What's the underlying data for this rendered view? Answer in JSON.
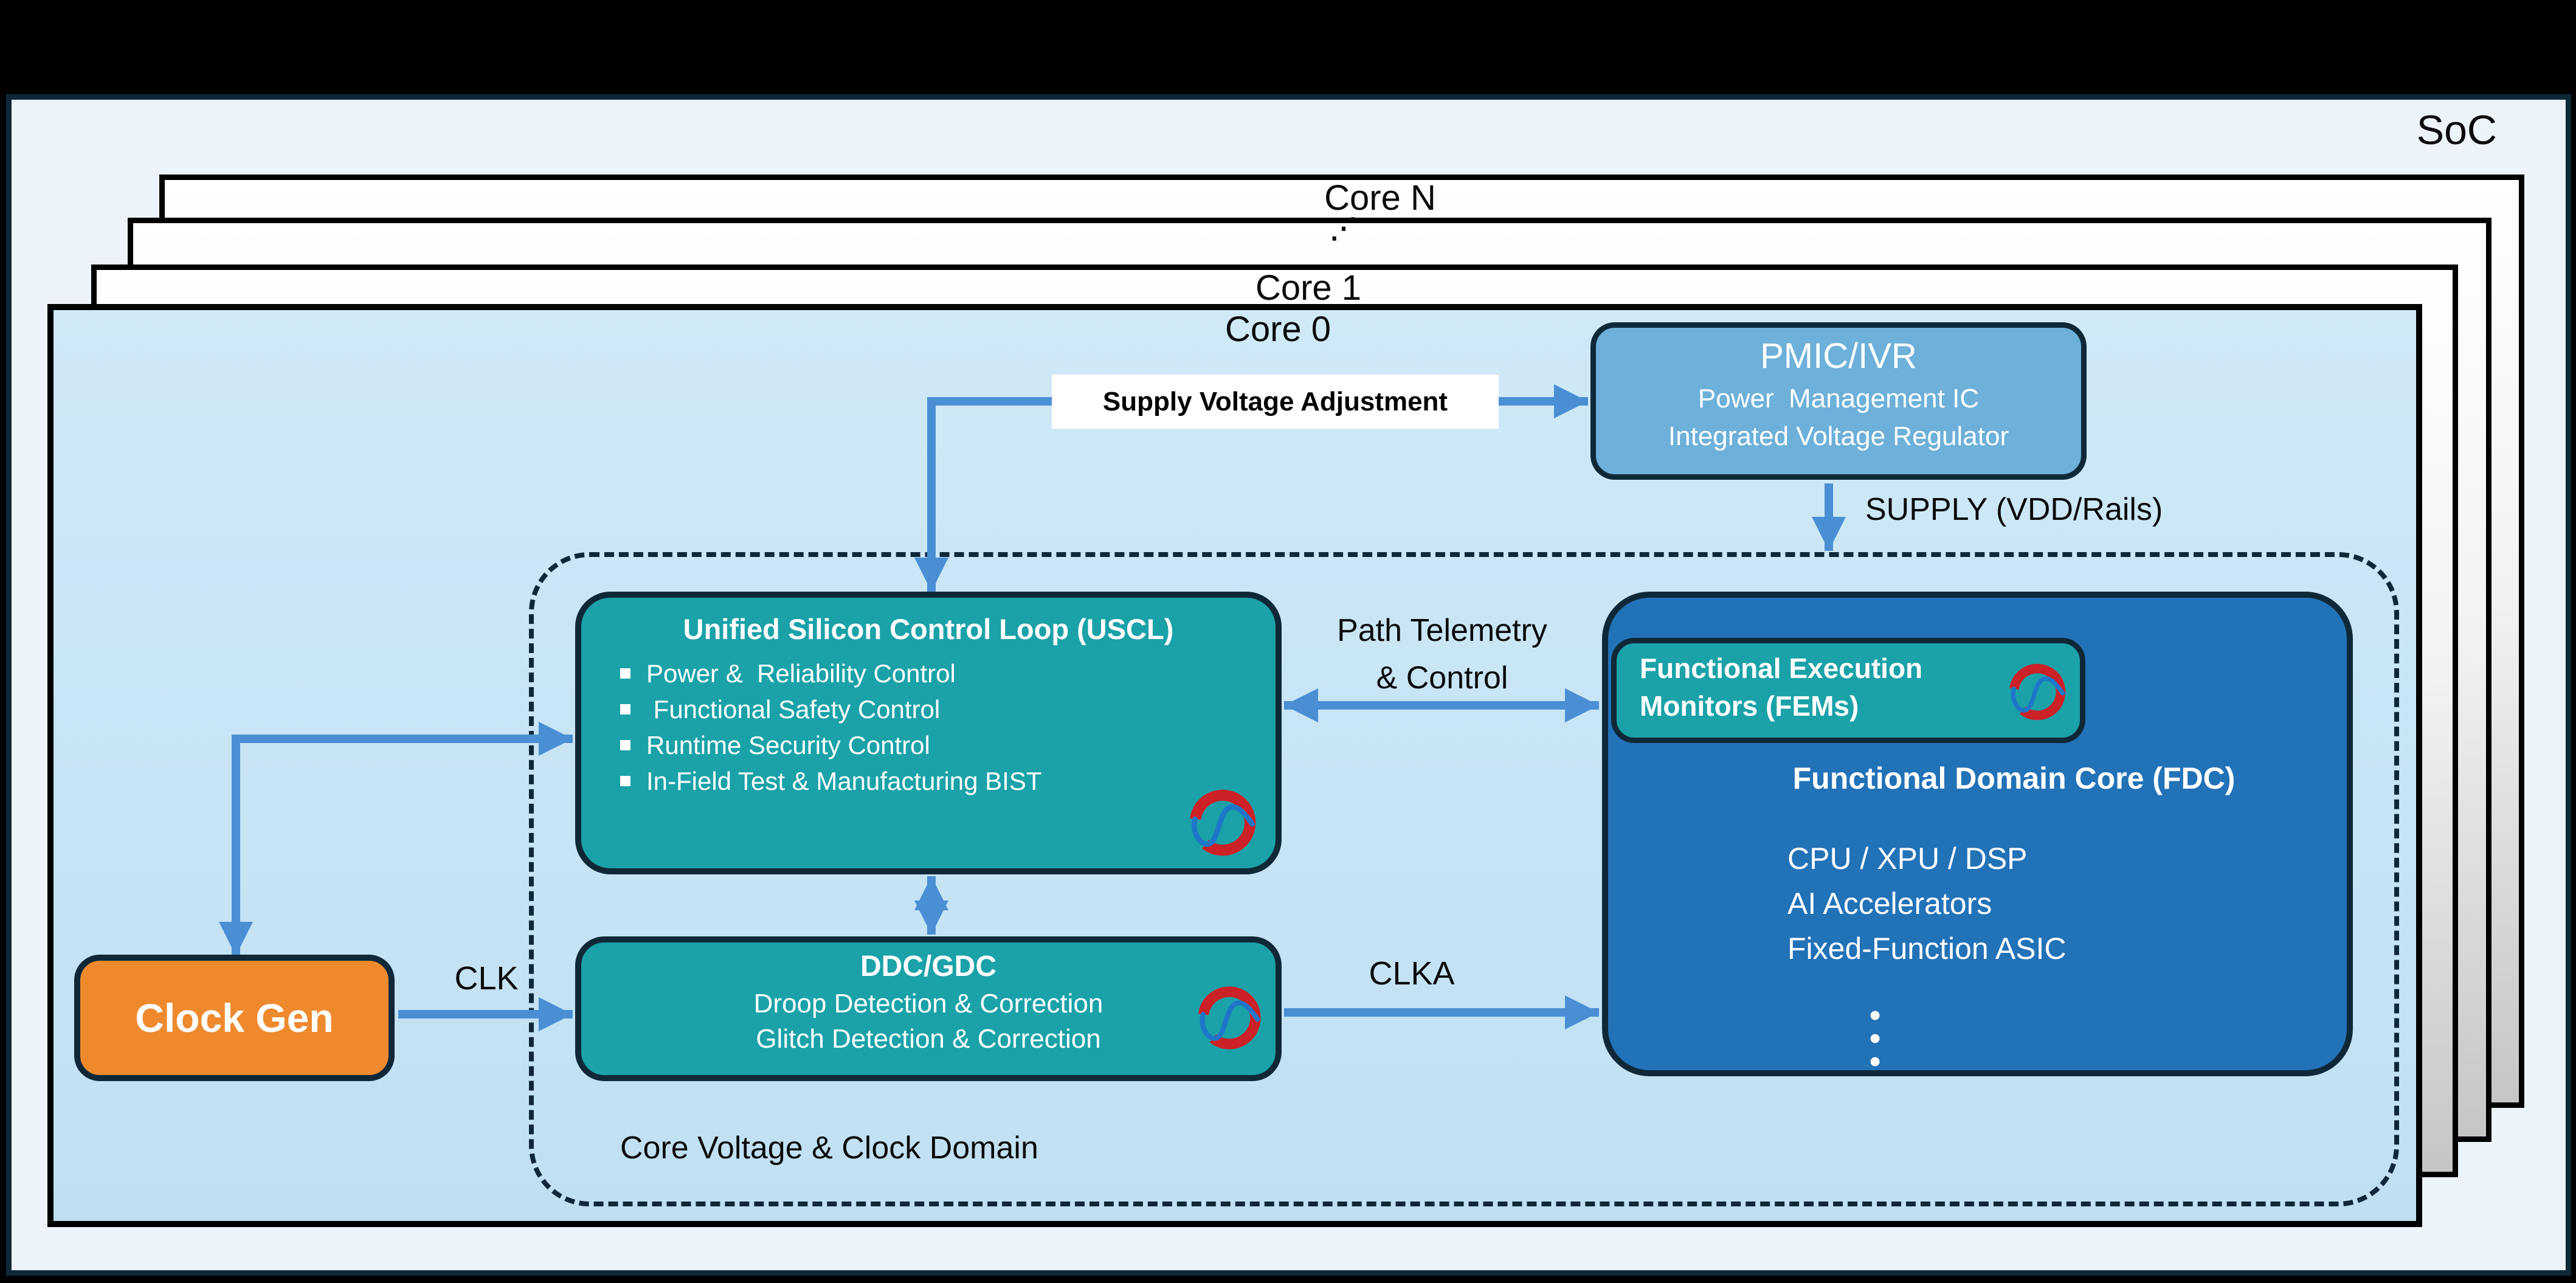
{
  "soc_label": "SoC",
  "cores": {
    "core_n": "Core N",
    "ellipsis": "⋰",
    "core_1": "Core 1",
    "core_0": "Core 0"
  },
  "pmic": {
    "title": "PMIC/IVR",
    "subtitle1": "Power  Management IC",
    "subtitle2": "Integrated Voltage Regulator"
  },
  "uscl": {
    "title": "Unified Silicon Control Loop (USCL)",
    "bullets": [
      "Power &  Reliability Control",
      " Functional Safety Control",
      "Runtime Security Control",
      "In-Field Test & Manufacturing BIST"
    ]
  },
  "ddc": {
    "title": "DDC/GDC",
    "subtitle1": "Droop Detection & Correction",
    "subtitle2": "Glitch Detection & Correction"
  },
  "clock_gen": {
    "label": "Clock Gen"
  },
  "fems": {
    "title_line1": "Functional Execution",
    "title_line2": "Monitors (FEMs)"
  },
  "fdc": {
    "title": "Functional Domain Core (FDC)",
    "items": [
      "CPU / XPU / DSP",
      "AI Accelerators",
      "Fixed-Function ASIC"
    ],
    "dots": [
      "•",
      "•",
      "•"
    ]
  },
  "connections": {
    "supply_adjustment": "Supply Voltage Adjustment",
    "supply_rails": "SUPPLY (VDD/Rails)",
    "telemetry_line1": "Path Telemetry",
    "telemetry_line2": "& Control",
    "clk": "CLK",
    "clka": "CLKA",
    "domain_label": "Core Voltage & Clock Domain"
  },
  "colors": {
    "ink": "#0f2838",
    "soc_bg": "#edf3fb",
    "teal": "#1aa2a8",
    "fdc_blue": "#2272b8",
    "pmic_blue": "#6db0d9",
    "orange": "#ee8a2d",
    "arrow": "#4a8fd4",
    "logo_red": "#cc2127",
    "logo_blue": "#1d76c9"
  }
}
